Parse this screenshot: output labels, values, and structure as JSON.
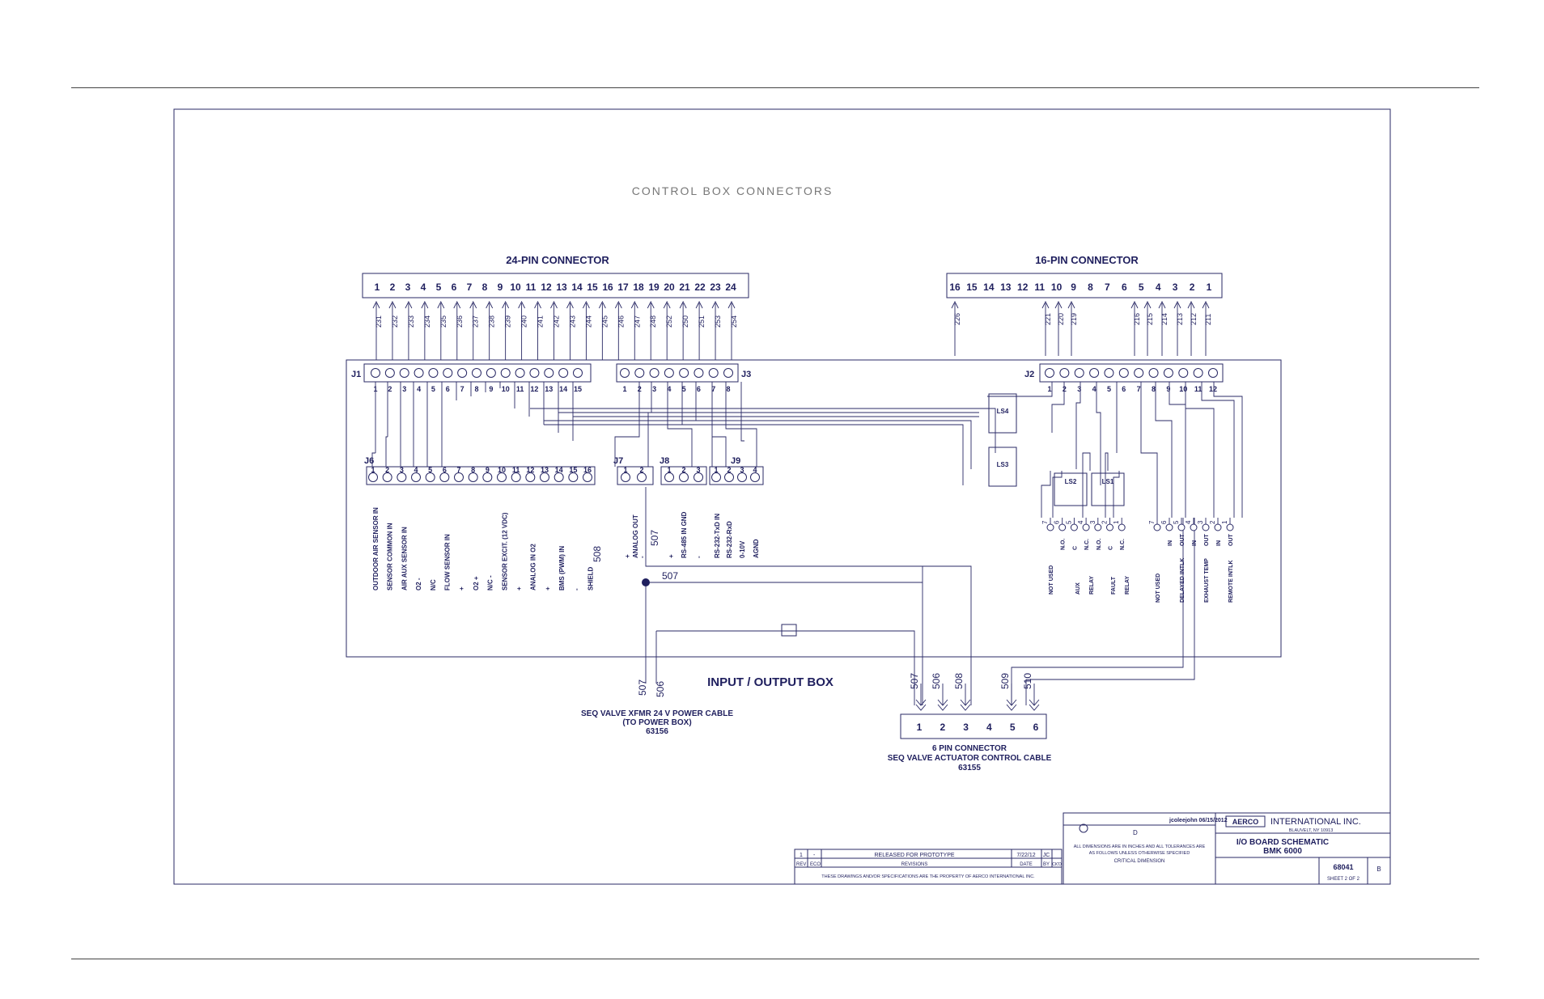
{
  "title": "CONTROL BOX CONNECTORS",
  "box_label": "INPUT / OUTPUT BOX",
  "pin24": {
    "title": "24-PIN CONNECTOR",
    "numbers": [
      "1",
      "2",
      "3",
      "4",
      "5",
      "6",
      "7",
      "8",
      "9",
      "10",
      "11",
      "12",
      "13",
      "14",
      "15",
      "16",
      "17",
      "18",
      "19",
      "20",
      "21",
      "22",
      "23",
      "24"
    ],
    "wires": [
      "231",
      "232",
      "233",
      "234",
      "235",
      "236",
      "237",
      "238",
      "239",
      "240",
      "241",
      "242",
      "243",
      "244",
      "245",
      "246",
      "247",
      "248",
      "252",
      "250",
      "251",
      "253",
      "254"
    ]
  },
  "pin16": {
    "title": "16-PIN CONNECTOR",
    "numbers": [
      "16",
      "15",
      "14",
      "13",
      "12",
      "11",
      "10",
      "9",
      "8",
      "7",
      "6",
      "5",
      "4",
      "3",
      "2",
      "1"
    ],
    "wires": [
      "226",
      "221",
      "220",
      "219",
      "216",
      "215",
      "214",
      "213",
      "212",
      "211"
    ]
  },
  "j1": {
    "name": "J1",
    "pins": [
      "1",
      "2",
      "3",
      "4",
      "5",
      "6",
      "7",
      "8",
      "9",
      "10",
      "11",
      "12",
      "13",
      "14",
      "15"
    ]
  },
  "j3": {
    "name": "J3",
    "pins": [
      "1",
      "2",
      "3",
      "4",
      "5",
      "6",
      "7",
      "8"
    ]
  },
  "j2": {
    "name": "J2",
    "pins": [
      "1",
      "2",
      "3",
      "4",
      "5",
      "6",
      "7",
      "8",
      "9",
      "10",
      "11",
      "12"
    ]
  },
  "j6": {
    "name": "J6",
    "pins": [
      "1",
      "2",
      "3",
      "4",
      "5",
      "6",
      "7",
      "8",
      "9",
      "10",
      "11",
      "12",
      "13",
      "14",
      "15",
      "16"
    ],
    "labels": [
      "OUTDOOR AIR SENSOR IN",
      "SENSOR COMMON IN",
      "AIR AUX SENSOR IN",
      "O2 -",
      "N/C",
      "FLOW SENSOR IN",
      "+",
      "O2 +",
      "N/C -",
      "SENSOR EXCIT. (12 VDC)",
      "+",
      "ANALOG IN O2",
      "+",
      "BMS (PWM) IN",
      "-",
      "SHIELD"
    ]
  },
  "j7": {
    "name": "J7",
    "pins": [
      "1",
      "2"
    ],
    "labels": [
      "+",
      "ANALOG OUT",
      "-"
    ]
  },
  "j8": {
    "name": "J8",
    "pins": [
      "1",
      "2",
      "3"
    ],
    "labels": [
      "+",
      "RS-485 IN GND",
      "-"
    ]
  },
  "j9": {
    "name": "J9",
    "pins": [
      "1",
      "2",
      "3",
      "4"
    ],
    "labels": [
      "RS-232-TxD IN",
      "RS-232-RxD",
      "0-10V",
      "AGND"
    ]
  },
  "relays": [
    "LS4",
    "LS3",
    "LS2",
    "LS1"
  ],
  "relay_terms": {
    "nums": [
      "7",
      "6",
      "5",
      "4",
      "3",
      "2",
      "1"
    ],
    "marks": [
      "N.O.",
      "C",
      "N.C.",
      "N.O.",
      "C",
      "N.C."
    ],
    "labels": [
      "NOT USED",
      "AUX",
      "RELAY",
      "FAULT",
      "RELAY"
    ]
  },
  "interlock_terms": {
    "nums": [
      "7",
      "6",
      "5",
      "4",
      "3",
      "2",
      "1"
    ],
    "marks": [
      "IN",
      "OUT",
      "IN",
      "OUT",
      "IN",
      "OUT"
    ],
    "labels": [
      "NOT USED",
      "DELAYED INTLK",
      "EXHAUST TEMP",
      "REMOTE INTLK"
    ]
  },
  "inner_wires": [
    "508",
    "507",
    "507"
  ],
  "bottom_wires_left": [
    "507",
    "506"
  ],
  "bottom_wires_right": [
    "507",
    "506",
    "508",
    "509",
    "510"
  ],
  "power_cable": [
    "SEQ VALVE XFMR 24 V POWER CABLE",
    "(TO POWER BOX)",
    "63156"
  ],
  "pin6": {
    "numbers": [
      "1",
      "2",
      "3",
      "4",
      "5",
      "6"
    ],
    "caption": [
      "6 PIN CONNECTOR",
      "SEQ VALVE ACTUATOR CONTROL CABLE",
      "63155"
    ]
  },
  "title_block": {
    "company": "INTERNATIONAL INC.",
    "logo": "AERCO",
    "address": "BLAUVELT, NY 10913",
    "drawing_title": "I/O BOARD SCHEMATIC",
    "model": "BMK 6000",
    "dwg_no": "68041",
    "rev": "B",
    "sheet": "SHEET 2 OF 2",
    "drawn": "jcoleejohn 06/15/2012",
    "size": "D",
    "rev_row": [
      "1",
      "-",
      "RELEASED FOR PROTOTYPE",
      "7/22/12",
      "JC"
    ],
    "rev_head": [
      "REV",
      "ECO",
      "REVISIONS",
      "DATE",
      "BY",
      "CK'D"
    ],
    "notes": [
      "ALL DIMENSIONS ARE IN INCHES AND ALL TOLERANCES ARE",
      "AS FOLLOWS UNLESS OTHERWISE SPECIFIED",
      "CRITICAL DIMENSION"
    ],
    "proprietary": "THESE DRAWINGS AND/OR SPECIFICATIONS ARE THE PROPERTY OF AERCO INTERNATIONAL INC."
  }
}
